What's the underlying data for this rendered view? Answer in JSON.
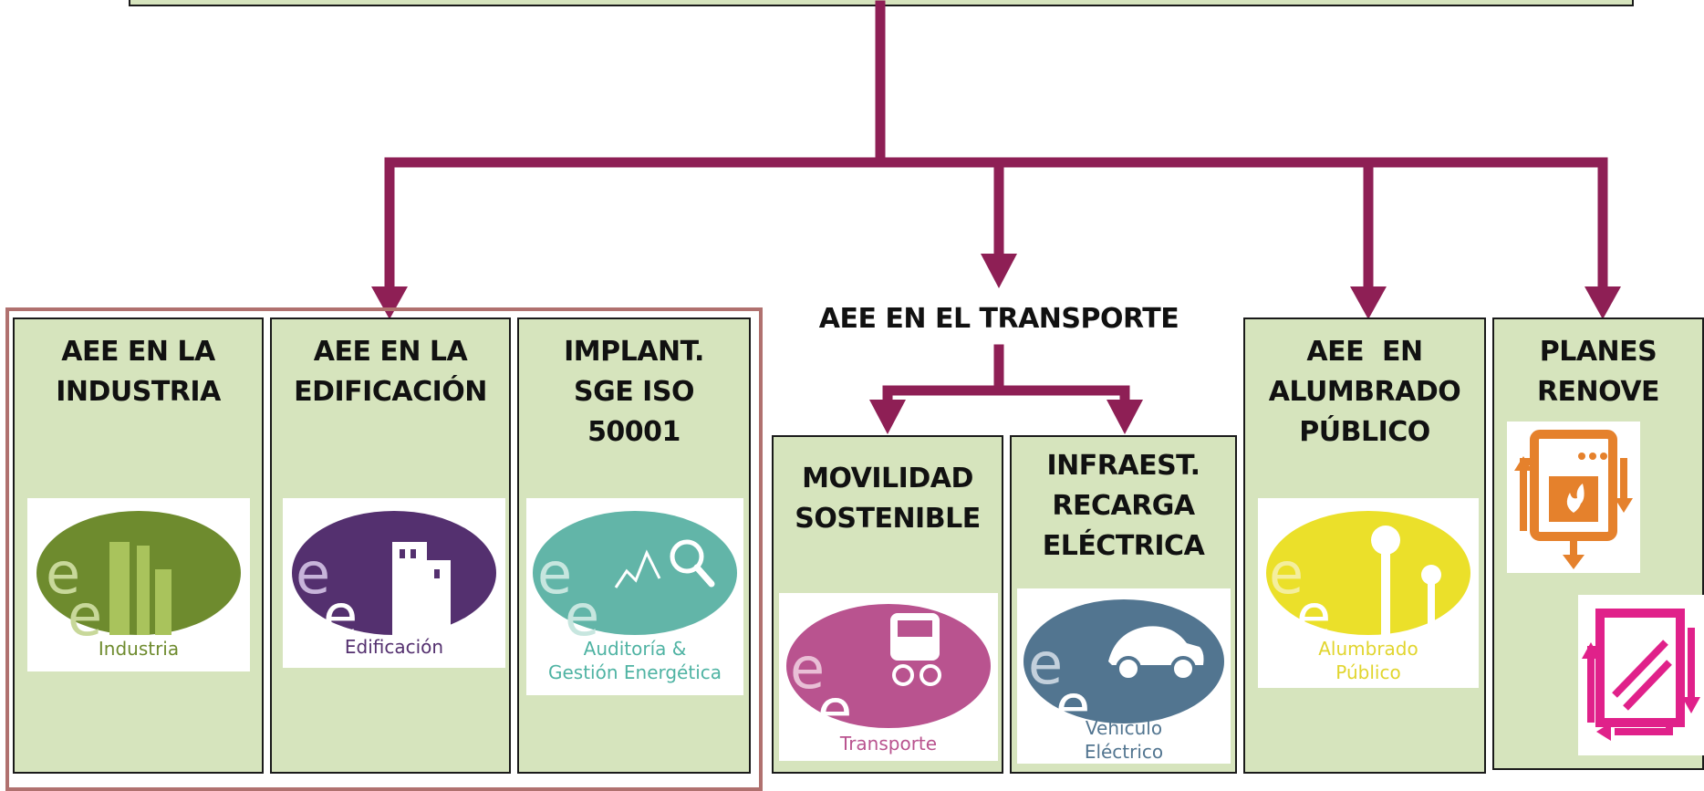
{
  "colors": {
    "connector": "#8e1f55",
    "box_fill": "#d6e4bd",
    "group_outline": "#b0716f"
  },
  "boxes": {
    "industria": {
      "title_lines": [
        "AEE EN LA",
        "INDUSTRIA"
      ],
      "logo_caption": "Industria",
      "logo_color": "#6e8b2e",
      "caption_color": "#6e8b2e"
    },
    "edificacion": {
      "title_lines": [
        "AEE EN LA",
        "EDIFICACIÓN"
      ],
      "logo_caption": "Edificación",
      "logo_color": "#54306f",
      "caption_color": "#54306f"
    },
    "implant": {
      "title_lines": [
        "IMPLANT.",
        "SGE ISO",
        "50001"
      ],
      "logo_caption_lines": [
        "Auditoría &",
        "Gestión Energética"
      ],
      "logo_color": "#62b5a8",
      "caption_color": "#4fb3a3"
    },
    "transporte_header": "AEE EN EL TRANSPORTE",
    "movilidad": {
      "title_lines": [
        "MOVILIDAD",
        "SOSTENIBLE"
      ],
      "logo_caption": "Transporte",
      "logo_color": "#b9538f",
      "caption_color": "#b9538f"
    },
    "infraest": {
      "title_lines": [
        "INFRAEST.",
        "RECARGA",
        "ELÉCTRICA"
      ],
      "logo_caption_lines": [
        "Vehículo",
        "Eléctrico"
      ],
      "logo_color": "#527590",
      "caption_color": "#527590"
    },
    "alumbrado": {
      "title_lines": [
        "AEE  EN",
        "ALUMBRADO",
        "PÚBLICO"
      ],
      "logo_caption_lines": [
        "Alumbrado",
        "Público"
      ],
      "logo_color": "#ebe02a",
      "caption_color": "#e1d52e"
    },
    "renove": {
      "title_lines": [
        "PLANES",
        "RENOVE"
      ],
      "icon_1": "boiler-renew-icon",
      "icon_1_color": "#e5812c",
      "icon_2": "window-renew-icon",
      "icon_2_color": "#e0218a"
    }
  }
}
